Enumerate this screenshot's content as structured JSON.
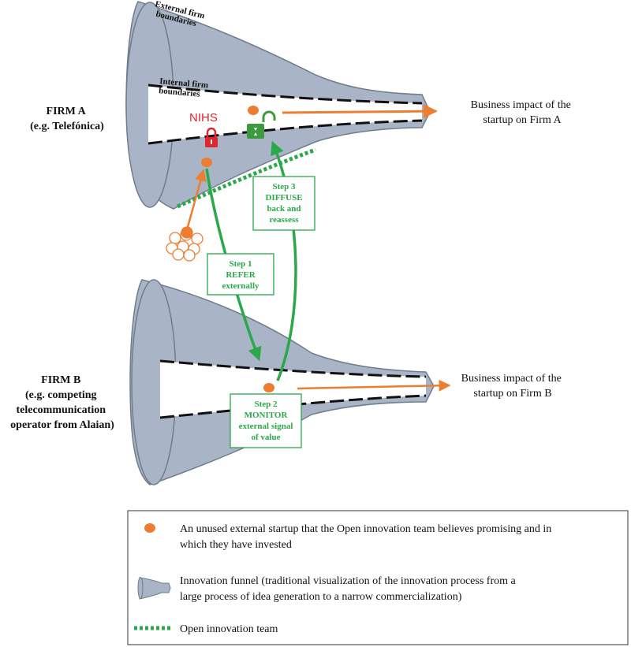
{
  "labels": {
    "external_boundaries": [
      "External firm",
      "boundaries"
    ],
    "internal_boundaries": [
      "Internal firm",
      "boundaries"
    ],
    "nihs": "NIHS",
    "firm_a": [
      "FIRM A",
      "(e.g. Telefónica)"
    ],
    "firm_b": [
      "FIRM B",
      "(e.g. competing",
      "telecommunication",
      "operator from Alaian)"
    ],
    "impact_a": [
      "Business impact of the",
      "startup on Firm A"
    ],
    "impact_b": [
      "Business impact of the",
      "startup on Firm B"
    ]
  },
  "steps": {
    "step1": [
      "Step 1",
      "REFER",
      "externally"
    ],
    "step2": [
      "Step 2",
      "MONITOR",
      "external signal",
      "of value"
    ],
    "step3": [
      "Step 3",
      "DIFFUSE",
      "back and",
      "reassess"
    ]
  },
  "legend": {
    "startup": [
      "An unused external startup that the Open innovation team believes promising and in",
      "which they have invested"
    ],
    "funnel": [
      "Innovation funnel (traditional visualization of the innovation process from a",
      "large process of idea generation to a narrow commercialization)"
    ],
    "team": "Open innovation team"
  },
  "colors": {
    "funnel_fill": "#a9b4c6",
    "funnel_stroke": "#6f7d8c",
    "orange": "#ed7d31",
    "green": "#2aa84a",
    "red": "#e0252d",
    "lock_green": "#3e9a3e"
  }
}
